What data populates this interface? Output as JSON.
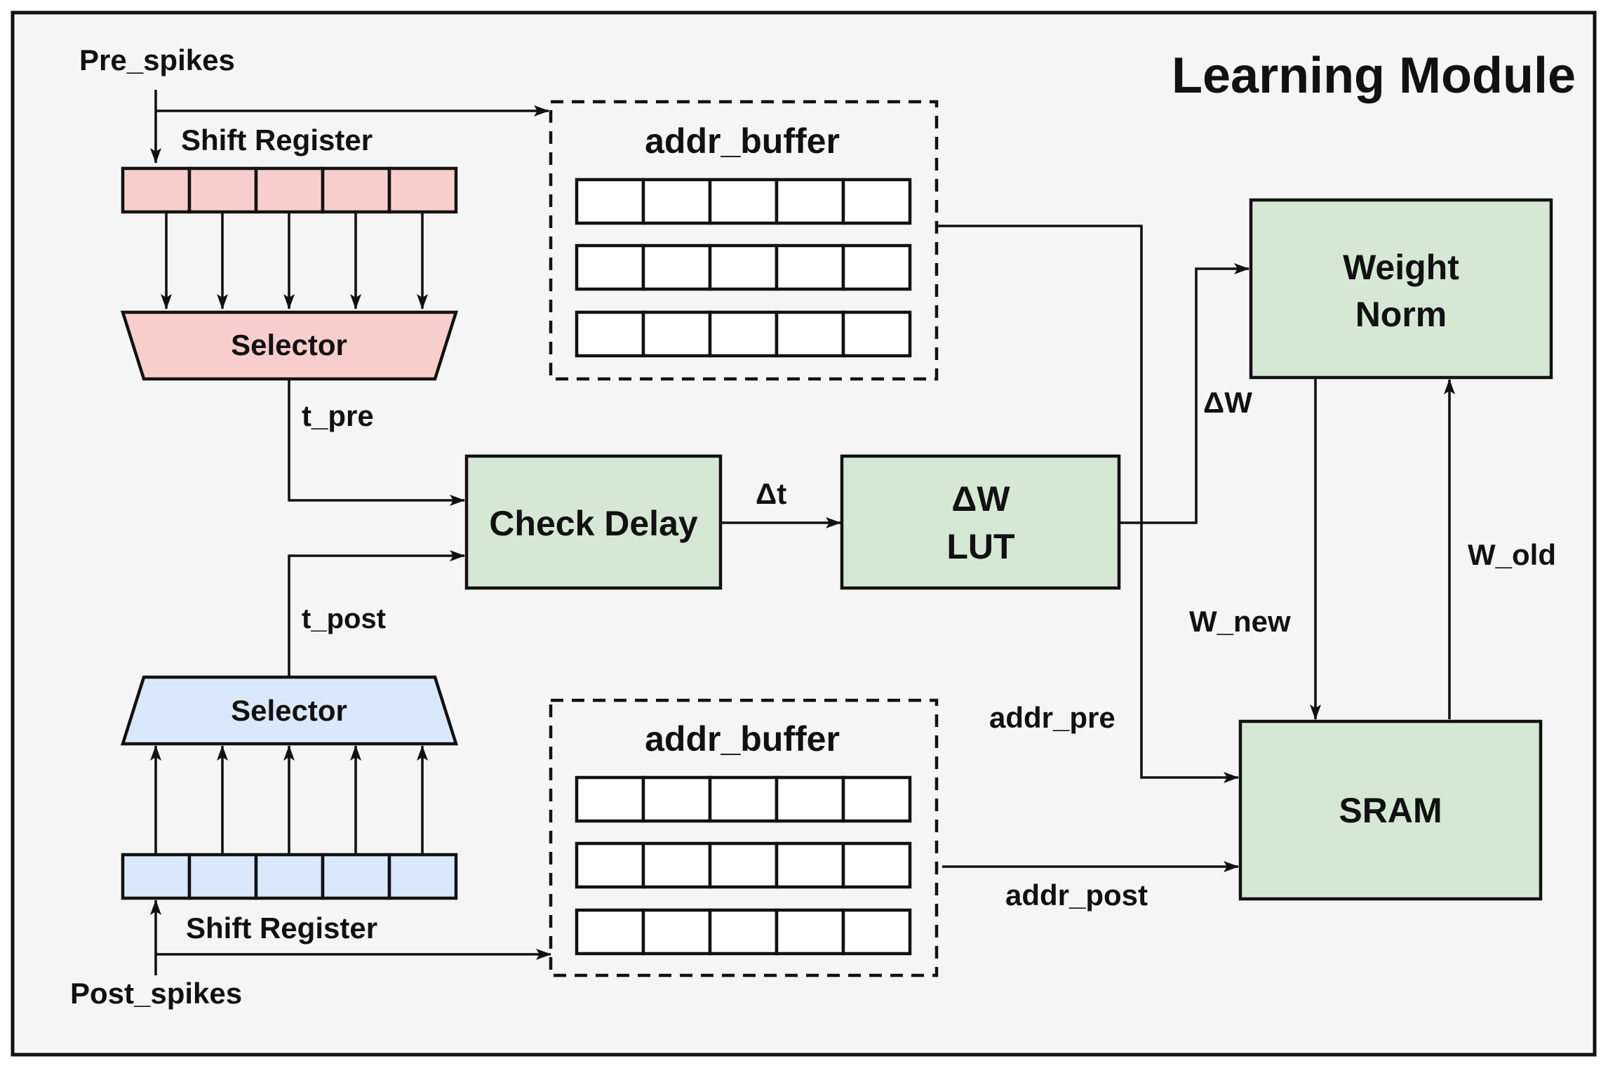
{
  "title": "Learning Module",
  "labels": {
    "pre_spikes": "Pre_spikes",
    "post_spikes": "Post_spikes",
    "shift_register_top": "Shift Register",
    "shift_register_bottom": "Shift Register",
    "selector_top": "Selector",
    "selector_bottom": "Selector",
    "addr_buffer_top": "addr_buffer",
    "addr_buffer_bottom": "addr_buffer",
    "t_pre": "t_pre",
    "t_post": "t_post",
    "check_delay": "Check Delay",
    "delta_t": "Δt",
    "lut_line1": "ΔW",
    "lut_line2": "LUT",
    "delta_w": "ΔW",
    "weight_norm_line1": "Weight",
    "weight_norm_line2": "Norm",
    "w_new": "W_new",
    "w_old": "W_old",
    "addr_pre": "addr_pre",
    "addr_post": "addr_post",
    "sram": "SRAM"
  },
  "colors": {
    "background": "#f5f5f5",
    "pre_path": "#f8cecc",
    "post_path": "#dae8fc",
    "processing_block": "#d5e8d4",
    "buffer_cell": "#ffffff",
    "line": "#111111"
  }
}
